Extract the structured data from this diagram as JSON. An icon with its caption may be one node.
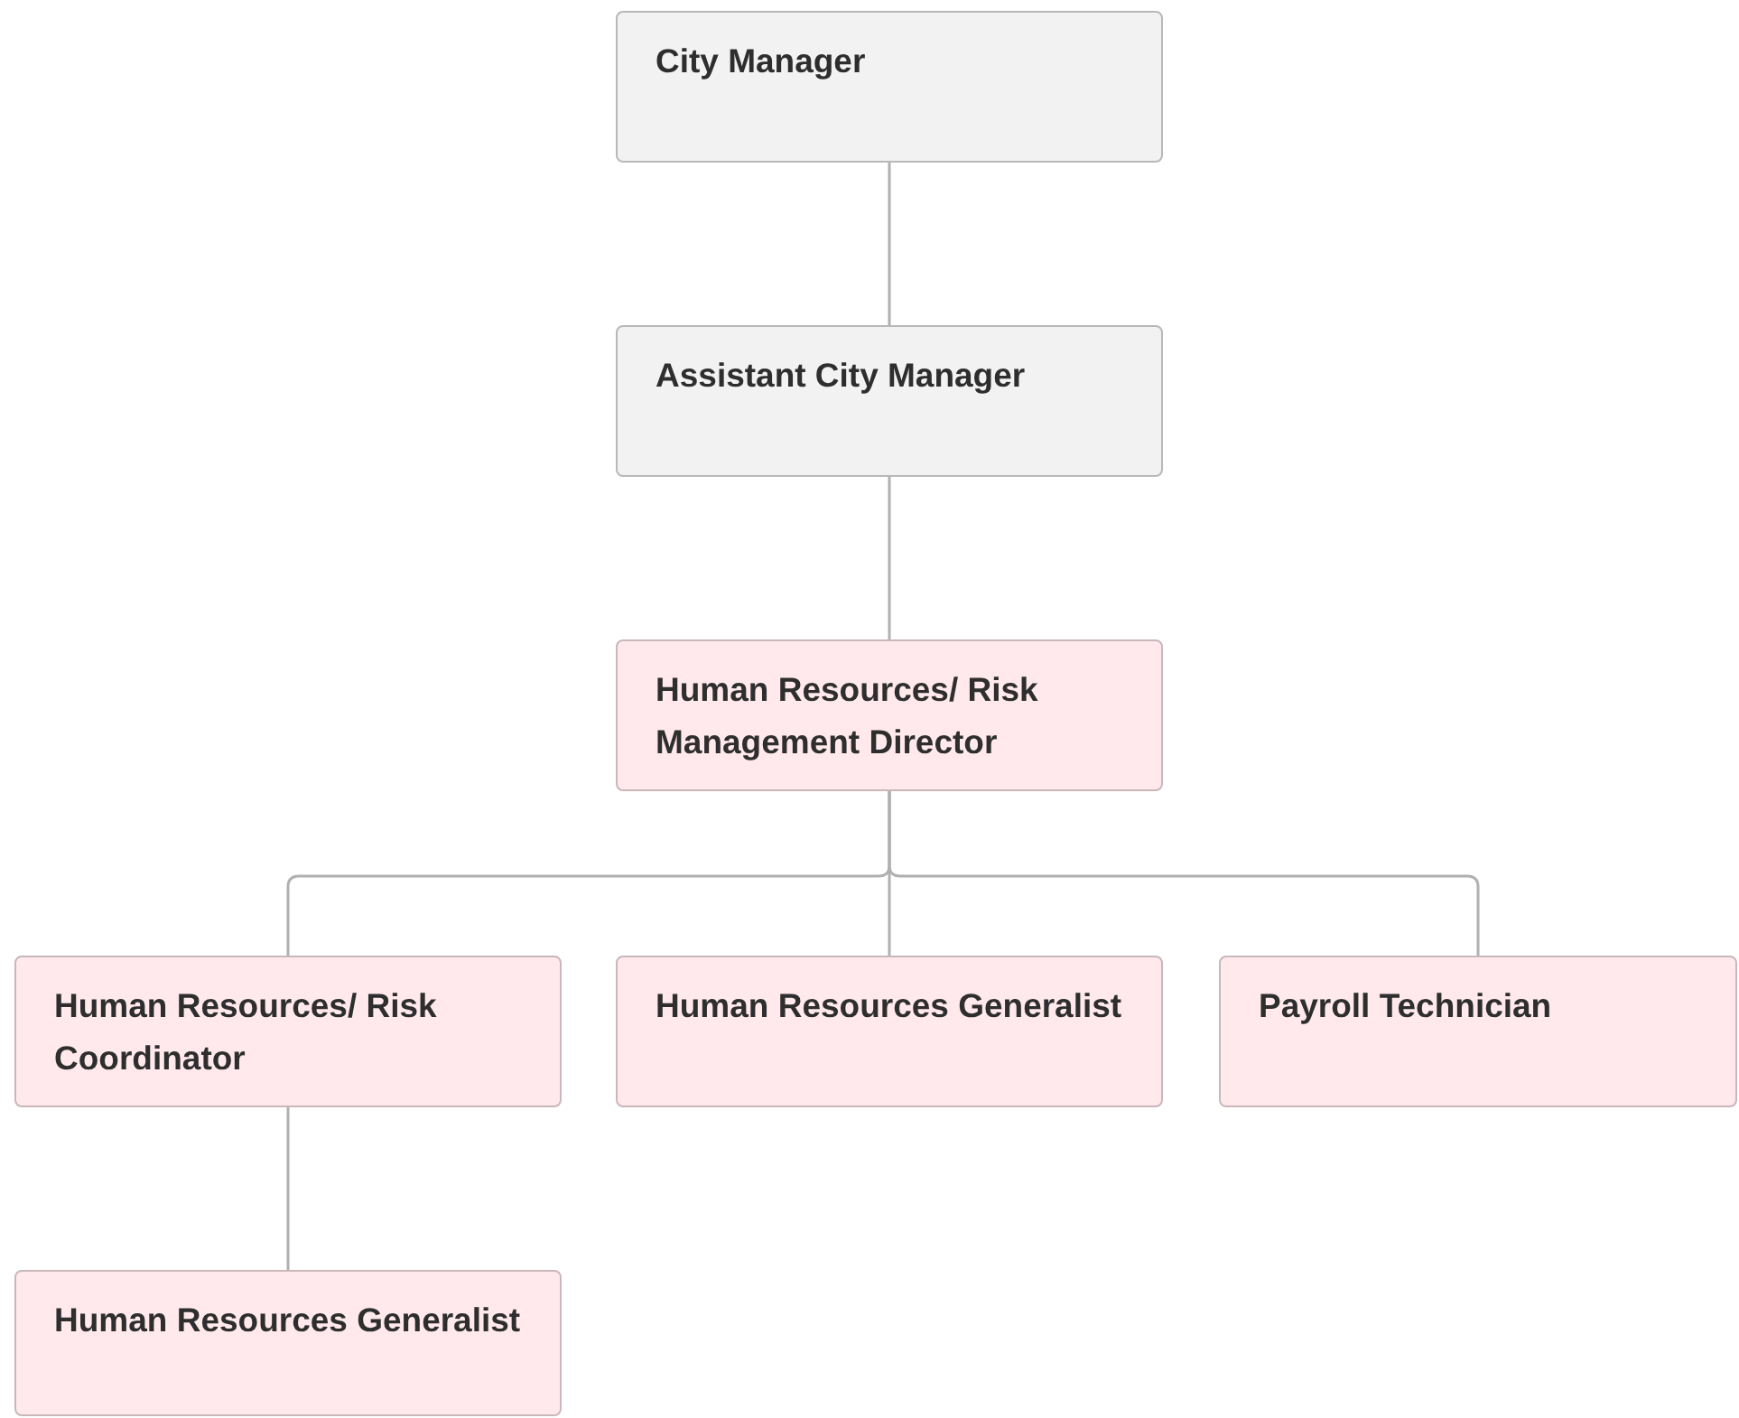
{
  "diagram": {
    "nodes": [
      {
        "text": [
          "City Manager"
        ]
      },
      {
        "text": [
          "Assistant City Manager"
        ]
      },
      {
        "text": [
          "Human Resources/ Risk Management Director"
        ]
      },
      {
        "text": [
          "Human Resources/ Risk Coordinator"
        ]
      },
      {
        "text": [
          "Human Resources Generalist"
        ]
      },
      {
        "text": [
          "Payroll Technician"
        ]
      },
      {
        "text": [
          "Human Resources Generalist"
        ]
      }
    ],
    "edges": [
      {
        "from": 0,
        "to": 1,
        "arrow": "none"
      },
      {
        "from": 1,
        "to": 2,
        "arrow": "none"
      },
      {
        "from": 2,
        "to": 3,
        "arrow": "none"
      },
      {
        "from": 2,
        "to": 4,
        "arrow": "none"
      },
      {
        "from": 2,
        "to": 5,
        "arrow": "none"
      },
      {
        "from": 3,
        "to": 6,
        "arrow": "none"
      }
    ]
  }
}
